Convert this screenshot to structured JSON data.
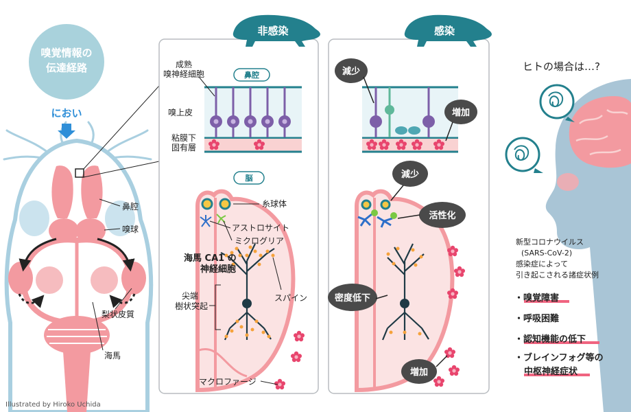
{
  "left": {
    "title_line1": "嗅覚情報の",
    "title_line2": "伝達経路",
    "smell": "におい",
    "nasal_cavity": "鼻腔",
    "olfactory_bulb": "嗅球",
    "piriform_cortex": "梨状皮質",
    "hippocampus": "海馬"
  },
  "panel_noninfected": {
    "badge": "非感染",
    "nasal_tag": "鼻腔",
    "brain_tag": "脳",
    "mature_neuron_line1": "成熟",
    "mature_neuron_line2": "嗅神経細胞",
    "epithelium": "嗅上皮",
    "lamina_line1": "粘膜下",
    "lamina_line2": "固有層",
    "glomerulus": "糸球体",
    "astrocyte": "アストロサイト",
    "microglia": "ミクログリア",
    "ca1_line1": "海馬 CA1 の",
    "ca1_line2": "神経細胞",
    "apical_line1": "尖端",
    "apical_line2": "樹状突起",
    "spine": "スパイン",
    "macrophage": "マクロファージ"
  },
  "panel_infected": {
    "badge": "感染",
    "decrease_top": "減少",
    "increase_top": "増加",
    "decrease_mid": "減少",
    "activation": "活性化",
    "density_low": "密度低下",
    "increase_bottom": "増加"
  },
  "human": {
    "heading": "ヒトの場合は…?",
    "desc_line1": "新型コロナウイルス",
    "desc_line2": "(SARS-CoV-2)",
    "desc_line3": "感染症によって",
    "desc_line4": "引き起こされる諸症状例",
    "symptoms": [
      "・嗅覚障害",
      "・呼吸困難",
      "・認知機能の低下",
      "・ブレインフォグ等の",
      "中枢神経症状"
    ]
  },
  "credit": "Illustrated by Hiroko Uchida",
  "colors": {
    "teal": "#23808d",
    "light_teal": "#8fc6cf",
    "pink": "#f08c92",
    "light_pink": "#f9d2d2",
    "purple": "#7d5fa8",
    "dark_bubble": "#4a4a4a",
    "blue_arrow": "#2f8fd8"
  }
}
